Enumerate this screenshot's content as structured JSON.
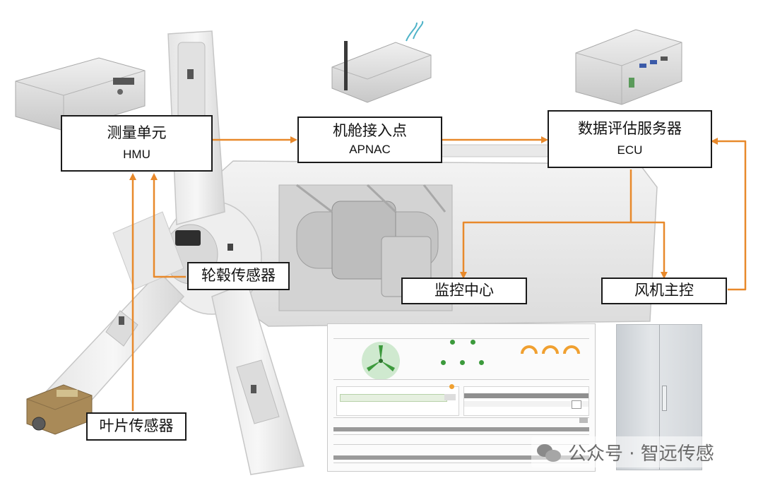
{
  "labels": {
    "hmu": {
      "zh": "测量单元",
      "en": "HMU"
    },
    "apnac": {
      "zh": "机舱接入点",
      "en": "APNAC"
    },
    "ecu": {
      "zh": "数据评估服务器",
      "en": "ECU"
    },
    "hub_sensor": {
      "zh": "轮毂传感器"
    },
    "blade_sensor": {
      "zh": "叶片传感器"
    },
    "monitoring_center": {
      "zh": "监控中心"
    },
    "turbine_controller": {
      "zh": "风机主控"
    }
  },
  "watermark": {
    "text": "公众号 · 智远传感"
  },
  "colors": {
    "connector": "#e8892b",
    "box_border": "#1a1a1a",
    "status_green": "#3c9a3c",
    "gauge_orange": "#f0a030"
  },
  "icons": {
    "wind_turbine_image": "wind-turbine-icon",
    "measurement_unit_device": "hmu-device-icon",
    "access_point_device": "apnac-device-icon",
    "server_device": "ecu-server-icon",
    "blade_sensor_device": "blade-sensor-device-icon",
    "cabinet": "control-cabinet-icon",
    "watermark_logo": "wechat-logo-icon"
  }
}
